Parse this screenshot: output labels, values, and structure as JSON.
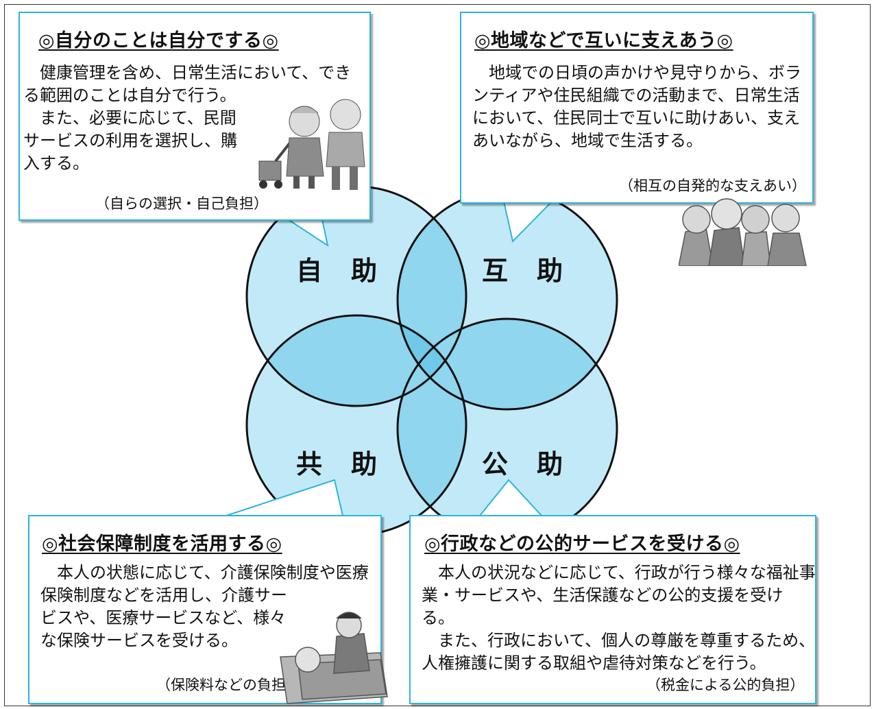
{
  "center_labels": {
    "jijo": "自助",
    "gojo": "互助",
    "kyojo": "共助",
    "kojo": "公助"
  },
  "boxes": {
    "jijo": {
      "title": "◎自分のことは自分でする◎",
      "lines": [
        "　健康管理を含め、日常生活において、でき",
        "る範囲のことは自分で行う。",
        "　また、必要に応じて、民間",
        "サービスの利用を選択し、購",
        "入する。"
      ],
      "note": "（自らの選択・自己負担）",
      "illustration": "elderly-couple-walker-icon"
    },
    "gojo": {
      "title": "◎地域などで互いに支えあう◎",
      "lines": [
        "　地域での日頃の声かけや見守りから、ボラ",
        "ンティアや住民組織での活動まで、日常生活",
        "において、住民同士で互いに助けあい、支え",
        "あいながら、地域で生活する。"
      ],
      "note": "（相互の自発的な支えあい）",
      "illustration": "group-of-seniors-icon"
    },
    "kyojo": {
      "title": "◎社会保障制度を活用する◎",
      "lines": [
        "　本人の状態に応じて、介護保険制度や医療",
        "保険制度などを活用し、介護サー",
        "ビスや、医療サービスなど、様々",
        "な保険サービスを受ける。"
      ],
      "note": "（保険料などの負担）",
      "illustration": "caregiver-bed-icon"
    },
    "kojo": {
      "title": "◎行政などの公的サービスを受ける◎",
      "lines": [
        "　本人の状況などに応じて、行政が行う様々な福祉事",
        "業・サービスや、生活保護などの公的支援を受ける。",
        "　また、行政において、個人の尊厳を尊重するため、",
        "人権擁護に関する取組や虐待対策などを行う。"
      ],
      "note": "（税金による公的負担）"
    }
  },
  "colors": {
    "circle_fill": "#c2e9f7",
    "overlap_fill": "#8fd6ee",
    "center_fill": "#6fc9e8",
    "box_border": "#2bb4dd"
  }
}
